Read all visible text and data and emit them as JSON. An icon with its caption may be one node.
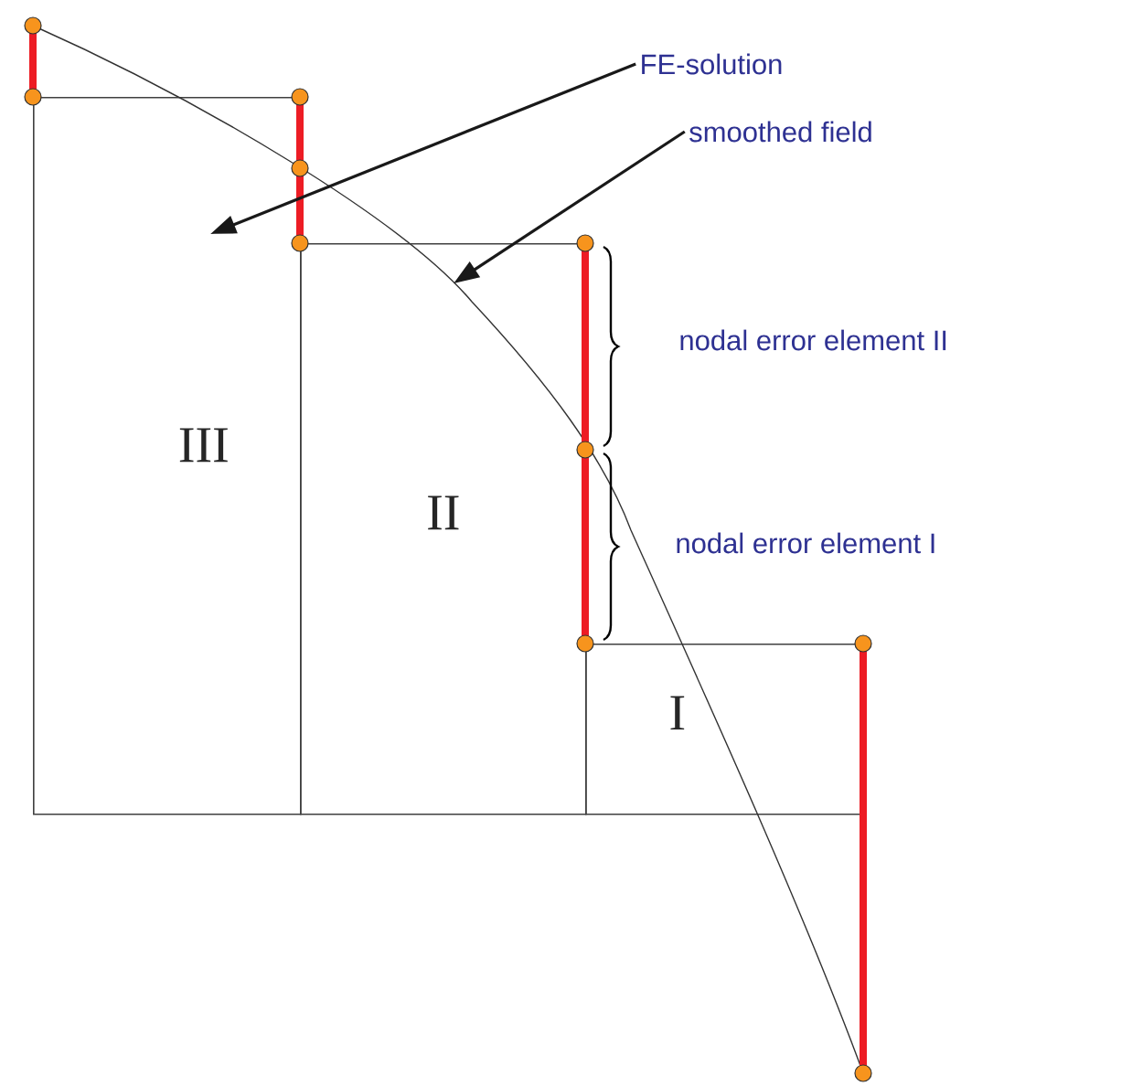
{
  "diagram": {
    "nodes": [
      {
        "text": [
          "III"
        ]
      },
      {
        "text": [
          "II"
        ]
      },
      {
        "text": [
          "I"
        ]
      },
      {
        "text": [
          "FE-solution"
        ]
      },
      {
        "text": [
          "smoothed field"
        ]
      }
    ],
    "edges": [
      {
        "from": 3,
        "to": 0,
        "arrow": "to"
      },
      {
        "from": 4,
        "to": 1,
        "arrow": "to"
      }
    ],
    "labels": [
      "nodal error element II",
      "nodal error element I"
    ]
  }
}
